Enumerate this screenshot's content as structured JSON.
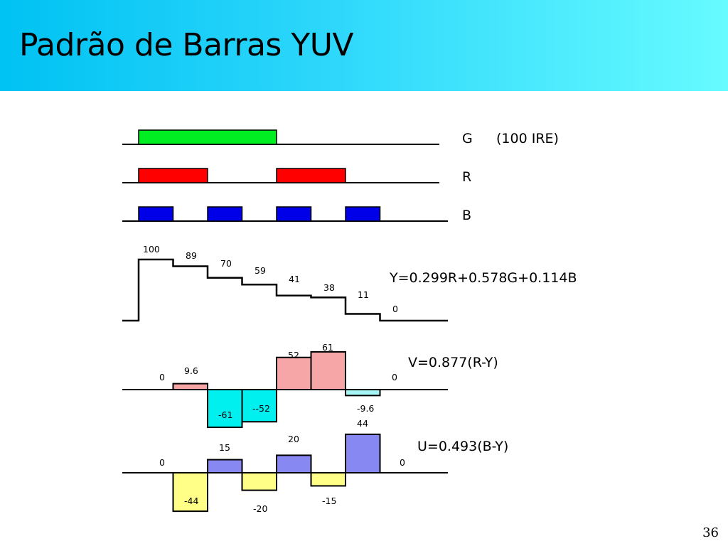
{
  "title": "Padrão de Barras YUV",
  "slide_number": "36",
  "colors": {
    "green": "#00ee22",
    "red": "#ff0000",
    "blue": "#0000e8",
    "v_positive": "#f6a6a6",
    "v_negative": "#00f0f0",
    "v_negative_light": "#a8f5f5",
    "u_positive": "#8888f2",
    "u_negative": "#ffff88"
  },
  "diagram": {
    "bars_count": 8,
    "rgb_rows": [
      {
        "label": "G",
        "note": "(100 IRE)",
        "color_key": "green",
        "pattern": [
          1,
          1,
          1,
          1,
          0,
          0,
          0,
          0
        ]
      },
      {
        "label": "R",
        "note": "",
        "color_key": "red",
        "pattern": [
          1,
          1,
          0,
          0,
          1,
          1,
          0,
          0
        ]
      },
      {
        "label": "B",
        "note": "",
        "color_key": "blue",
        "pattern": [
          1,
          0,
          1,
          0,
          1,
          0,
          1,
          0
        ]
      }
    ],
    "y_signal": {
      "formula": "Y=0.299R+0.578G+0.114B",
      "values": [
        100,
        89,
        70,
        59,
        41,
        38,
        11,
        0
      ],
      "labels": [
        "100",
        "89",
        "70",
        "59",
        "41",
        "38",
        "11",
        "0"
      ]
    },
    "v_signal": {
      "formula": "V=0.877(R-Y)",
      "values": [
        0,
        9.6,
        -61,
        -52,
        52,
        61,
        -9.6,
        0
      ],
      "labels": [
        "0",
        "9.6",
        "-61",
        "--52",
        "52",
        "61",
        "-9.6",
        "0"
      ]
    },
    "u_signal": {
      "formula": "U=0.493(B-Y)",
      "values": [
        0,
        -44,
        15,
        -20,
        20,
        -15,
        44,
        0
      ],
      "labels": [
        "0",
        "-44",
        "15",
        "-20",
        "20",
        "-15",
        "44",
        "0"
      ]
    }
  }
}
